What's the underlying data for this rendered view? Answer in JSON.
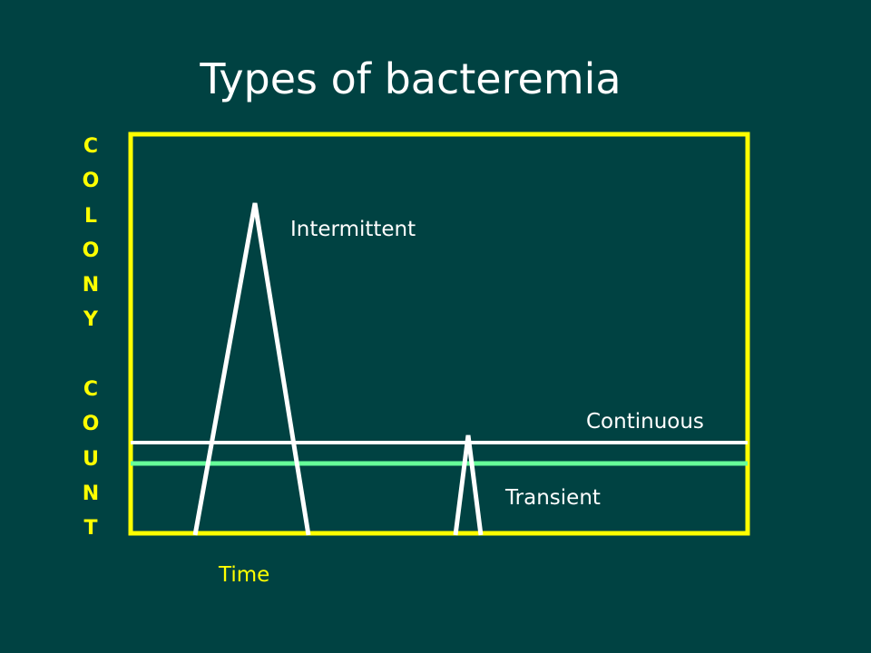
{
  "title": "Types of bacteremia",
  "y_axis_letters": [
    "C",
    "O",
    "L",
    "O",
    "N",
    "Y",
    "",
    "C",
    "O",
    "U",
    "N",
    "T"
  ],
  "x_axis_label": "Time",
  "labels": {
    "intermittent": "Intermittent",
    "continuous": "Continuous",
    "transient": "Transient"
  },
  "colors": {
    "background": "#004242",
    "frame": "#ffff00",
    "continuous_line": "#ffffff",
    "transient_line": "#66ff99",
    "peaks": "#ffffff",
    "title_text": "#ffffff",
    "axis_text": "#ffff00"
  }
}
